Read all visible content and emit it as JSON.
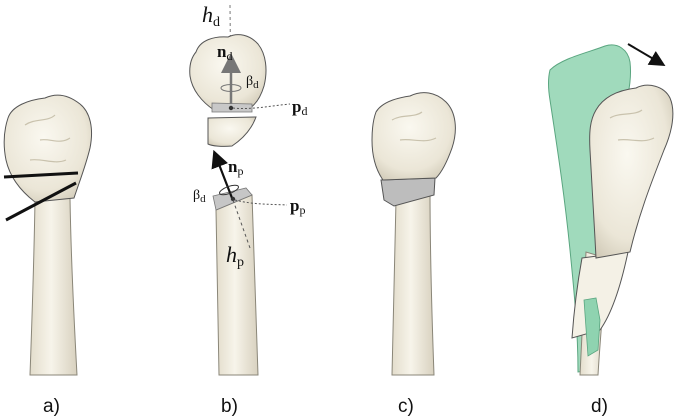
{
  "panels": [
    {
      "label": "a)"
    },
    {
      "label": "b)"
    },
    {
      "label": "c)"
    },
    {
      "label": "d)"
    }
  ],
  "annotations": {
    "h_d": {
      "main": "h",
      "sub": "d"
    },
    "n_d": {
      "main": "n",
      "sub": "d"
    },
    "beta_d_top": {
      "main": "β",
      "sub": "d"
    },
    "p_d": {
      "main": "p",
      "sub": "d"
    },
    "n_p": {
      "main": "n",
      "sub": "p"
    },
    "beta_d_bottom": {
      "main": "β",
      "sub": "d"
    },
    "p_p": {
      "main": "p",
      "sub": "p"
    },
    "h_p": {
      "main": "h",
      "sub": "p"
    }
  },
  "colors": {
    "bone": "#f1ede1",
    "bone_shade": "#d9d4c4",
    "outline": "#4a4a4a",
    "green": "#8fd3b0",
    "cut_face": "#bdbdbd"
  }
}
